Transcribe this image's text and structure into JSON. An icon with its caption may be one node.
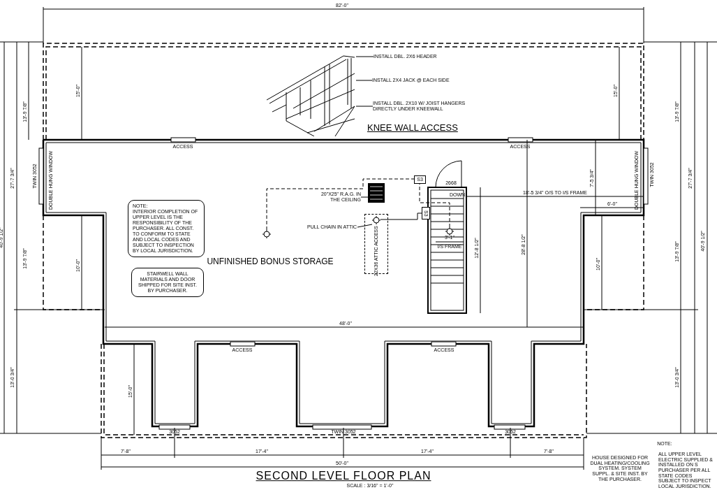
{
  "diagram": {
    "title": "SECOND LEVEL FLOOR PLAN",
    "caption": "SCALE : 3/16\" = 1'-0\"",
    "nodes": [
      {
        "text": [
          "NOTE:",
          "INTERIOR COMPLETION OF UPPER LEVEL IS THE RESPONSIBILITY OF THE PURCHASER. ALL CONST. TO CONFORM TO STATE AND LOCAL CODES AND SUBJECT TO INSPECTION BY LOCAL JURISDICTION."
        ]
      },
      {
        "text": [
          "STAIRWELL WALL MATERIALS AND DOOR SHIPPED FOR SITE INST. BY PURCHASER."
        ]
      },
      {
        "text": [
          "INSTALL DBL. 2X6 HEADER"
        ]
      },
      {
        "text": [
          "INSTALL 2X4 JACK @ EACH SIDE"
        ]
      },
      {
        "text": [
          "INSTALL DBL. 2X10 W/ JOIST HANGERS DIRECTLY UNDER KNEEWALL"
        ]
      },
      {
        "text": [],
        "shape": "picture",
        "beside": [
          "KNEE WALL ACCESS"
        ]
      },
      {
        "text": [
          "20\"X25\" R.A.G. IN THE CEILING"
        ]
      },
      {
        "text": [],
        "shape": "box"
      },
      {
        "text": [
          "PULL CHAIN IN ATTIC"
        ]
      },
      {
        "text": [
          "22X36 ATTIC ACCESS"
        ]
      },
      {
        "text": [],
        "shape": "circle",
        "in": 9
      },
      {
        "text": [
          "S3"
        ]
      },
      {
        "text": [
          "S3"
        ]
      },
      {
        "text": [],
        "shape": "circle"
      },
      {
        "text": [],
        "shape": "circle"
      }
    ],
    "edges": [
      {
        "from": 2,
        "to": 5,
        "arrow": "none"
      },
      {
        "from": 3,
        "to": 5,
        "arrow": "none"
      },
      {
        "from": 4,
        "to": 5,
        "arrow": "none"
      },
      {
        "from": 6,
        "to": 7,
        "arrow": "none"
      },
      {
        "from": 8,
        "to": 10,
        "arrow": "none"
      },
      {
        "from": 13,
        "to": 11,
        "arrow": "none",
        "style": "dashed"
      },
      {
        "from": 10,
        "to": 12,
        "arrow": "none"
      },
      {
        "from": 14,
        "to": 11,
        "arrow": "none",
        "style": "dashed"
      }
    ],
    "labels": [
      "82'-0\"",
      "15'-0\"",
      "13'-9 7/8\"",
      "15'-0\"",
      "13'-9 7/8\"",
      "ACCESS",
      "ACCESS",
      "27'-7 3/4\"",
      "TWIN 3052",
      "DOUBLE HUNG WINDOW",
      "DOUBLE HUNG WINDOW",
      "TWIN 3052",
      "27'-7 3/4\"",
      "40'-9 1/2\"",
      "40'-9 1/2\"",
      "2668",
      "DOWN",
      "18'-5 3/4\" O/S TO I/S FRAME",
      "7'-5 3/4\"",
      "6'-0\"",
      "13'-9 7/8\"",
      "10'-0\"",
      "UNFINISHED BONUS STORAGE",
      "3'-1\"",
      "I/S FRAME",
      "12'-8 1/2\"",
      "28'-8 1/2\"",
      "10'-0\"",
      "13'-9 7/8\"",
      "48'-0\"",
      "ACCESS",
      "ACCESS",
      "13'-0 3/4\"",
      "15'-0\"",
      "13'-0 3/4\"",
      "3052",
      "TWIN 3052",
      "3052",
      "7'-8\"",
      "17'-4\"",
      "17'-4\"",
      "7'-8\"",
      "50'-0\"",
      "HOUSE DESIGNED FOR DUAL HEATING/COOLING SYSTEM. SYSTEM SUPPL. & SITE INST. BY THE PURCHASER.",
      "NOTE:",
      "ALL UPPER LEVEL ELECTRIC SUPPLIED & INSTALLED ON S PURCHASER PER ALL STATE CODES SUBJECT TO INSPECT LOCAL JURISDICTION."
    ]
  }
}
